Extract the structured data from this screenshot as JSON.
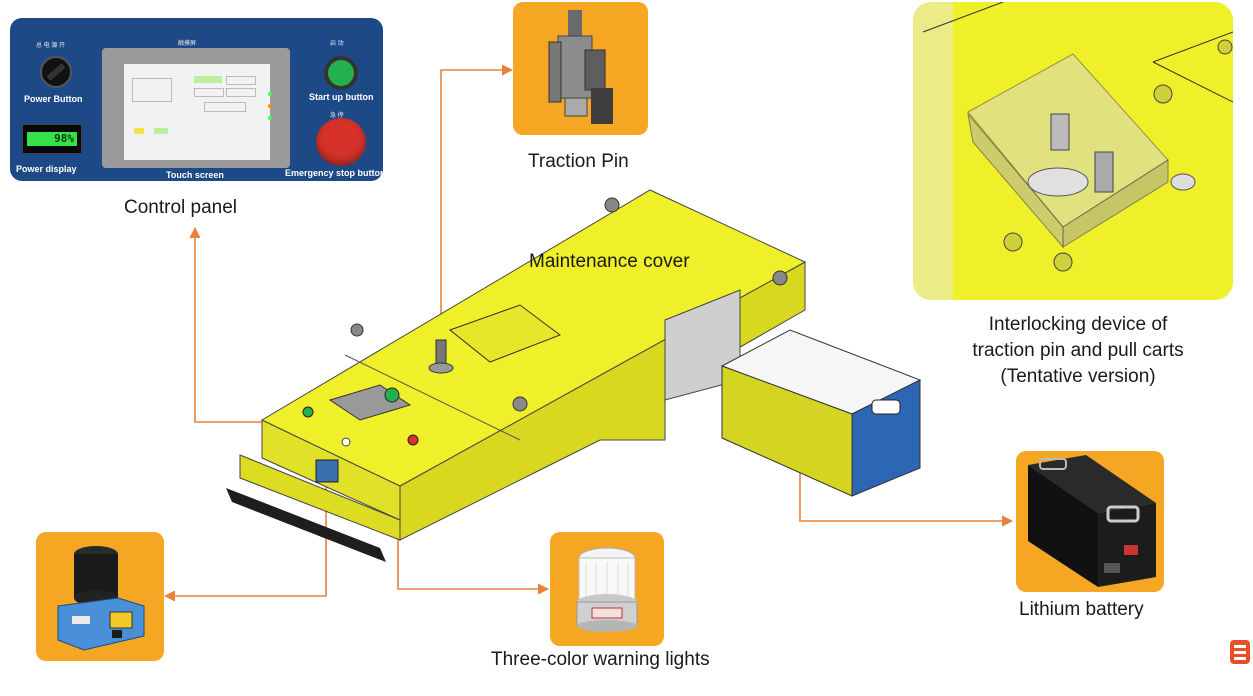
{
  "labels": {
    "control_panel": "Control panel",
    "traction_pin": "Traction Pin",
    "maintenance_cover": "Maintenance cover",
    "interlocking_line1": "Interlocking device of",
    "interlocking_line2": "traction pin and pull carts",
    "interlocking_line3": "(Tentative version)",
    "lithium_battery": "Lithium battery",
    "warning_lights": "Three-color warning lights"
  },
  "control_panel_photo": {
    "power_button": "Power Button",
    "power_display": "Power display",
    "touch_screen": "Touch screen",
    "start_up_button": "Start up button",
    "emergency_stop_button": "Emergency stop button",
    "battery_readout": "98%",
    "cn_power": "总 电 源 开",
    "cn_touch": "触摸屏",
    "cn_start": "启  动",
    "cn_stop": "急  停"
  },
  "colors": {
    "tile_orange": "#f5a623",
    "arrow_orange": "#e8823a",
    "agv_yellow": "#eaea2a",
    "panel_blue": "#1d4a86"
  },
  "icons": [
    "lidar-sensor-icon",
    "warning-light-icon",
    "lithium-battery-icon",
    "traction-pin-icon",
    "brand-logo-icon"
  ]
}
